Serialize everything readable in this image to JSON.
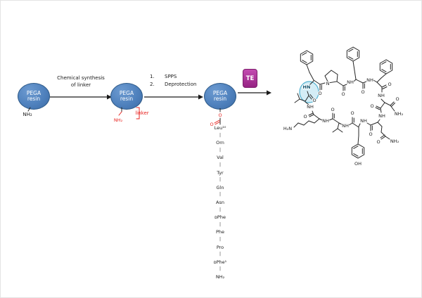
{
  "scheme": {
    "resin": {
      "line1": "PEGA",
      "line2": "resin"
    },
    "amine_label": "NH₂",
    "step1": {
      "line1": "Chemical synthesis",
      "line2": "of linker"
    },
    "step2": {
      "item1_num": "1.",
      "item1_text": "SPPS",
      "item2_num": "2.",
      "item2_text": "Deprotection"
    },
    "linker": {
      "amine": "NH₂",
      "label": "linker"
    },
    "ester": {
      "o_top": "O",
      "o_side": "O"
    },
    "te_label": "TE",
    "chain": {
      "residues": [
        "Leu¹⁰",
        "Orn",
        "Val",
        "Tyr",
        "Gln",
        "Asn",
        "ᴅPhe",
        "Phe",
        "Pro",
        "ᴅPhe¹"
      ],
      "separator": "|",
      "terminus": "NH₂"
    }
  },
  "molecule": {
    "n": "N",
    "nh": "NH",
    "hn": "HN",
    "o": "O",
    "nh2": "NH₂",
    "h2n": "H₂N",
    "oh": "OH"
  },
  "colors": {
    "resin_blue": "#4f81bd",
    "linker_red": "#e8231f",
    "te_magenta": "#962383",
    "highlight_cyan": "#35a4c8"
  }
}
